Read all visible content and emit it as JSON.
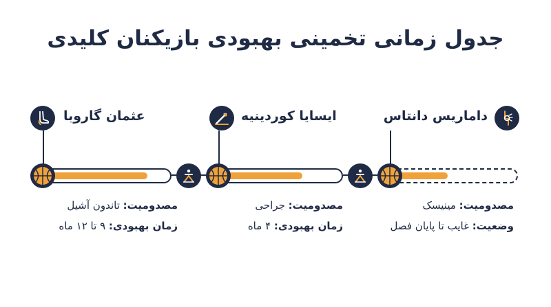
{
  "title": "جدول زمانی تخمینی بهبودی بازیکنان کلیدی",
  "players": [
    {
      "name": "داماریس دانتاس",
      "icon": "knee-injury-icon",
      "progress": 0.45,
      "rows": [
        {
          "label": "مصدومیت:",
          "value": "مینیسک"
        },
        {
          "label": "وضعیت:",
          "value": "غایب تا پایان فصل"
        }
      ]
    },
    {
      "name": "ایسایا کوردینیه",
      "icon": "surgery-scalpel-icon",
      "progress": 0.68,
      "rows": [
        {
          "label": "مصدومیت:",
          "value": "جراحی"
        },
        {
          "label": "زمان بهبودی:",
          "value": "۴ ماه"
        }
      ]
    },
    {
      "name": "عثمان گاروبا",
      "icon": "foot-achilles-icon",
      "progress": 0.82,
      "rows": [
        {
          "label": "مصدومیت:",
          "value": "تاندون آشیل"
        },
        {
          "label": "زمان بهبودی:",
          "value": "۹ تا ۱۲ ماه"
        }
      ]
    }
  ],
  "icons": {
    "ball": "basketball-icon",
    "rehab": "rehab-exercise-icon"
  },
  "colors": {
    "navy": "#1f2a44",
    "orange": "#f0a23a",
    "white": "#ffffff"
  }
}
